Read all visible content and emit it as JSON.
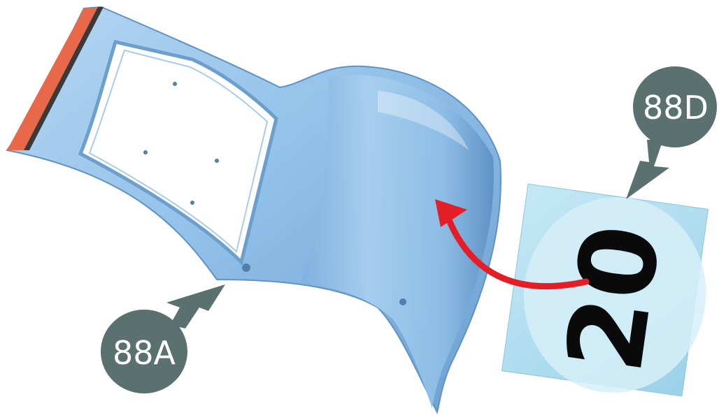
{
  "callouts": {
    "part_a": "88A",
    "part_d": "88D"
  },
  "decal_text": "20",
  "colors": {
    "panel_blue": "#8fc0e6",
    "panel_shadow": "#5f93c2",
    "edge_orange": "#e8684a",
    "callout_fill": "#5a7170",
    "arrow_red": "#e41e26",
    "decal_bg": "#a8d8ec"
  }
}
